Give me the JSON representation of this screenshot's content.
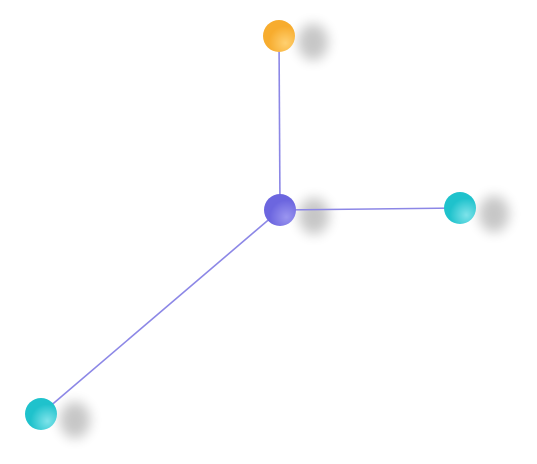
{
  "diagram": {
    "type": "node-link",
    "edge_color": "#8c87e6",
    "nodes": [
      {
        "id": "center",
        "role": "hub",
        "color": "#6c66df",
        "highlight": "#9a95f0"
      },
      {
        "id": "top",
        "role": "leaf",
        "color": "#f7ac2e",
        "highlight": "#ffd070"
      },
      {
        "id": "right",
        "role": "leaf",
        "color": "#1fc2cc",
        "highlight": "#7ee3ea"
      },
      {
        "id": "bottom-left",
        "role": "leaf",
        "color": "#1fc2cc",
        "highlight": "#7ee3ea"
      }
    ],
    "edges": [
      {
        "from": "center",
        "to": "top"
      },
      {
        "from": "center",
        "to": "right"
      },
      {
        "from": "center",
        "to": "bottom-left"
      }
    ]
  }
}
